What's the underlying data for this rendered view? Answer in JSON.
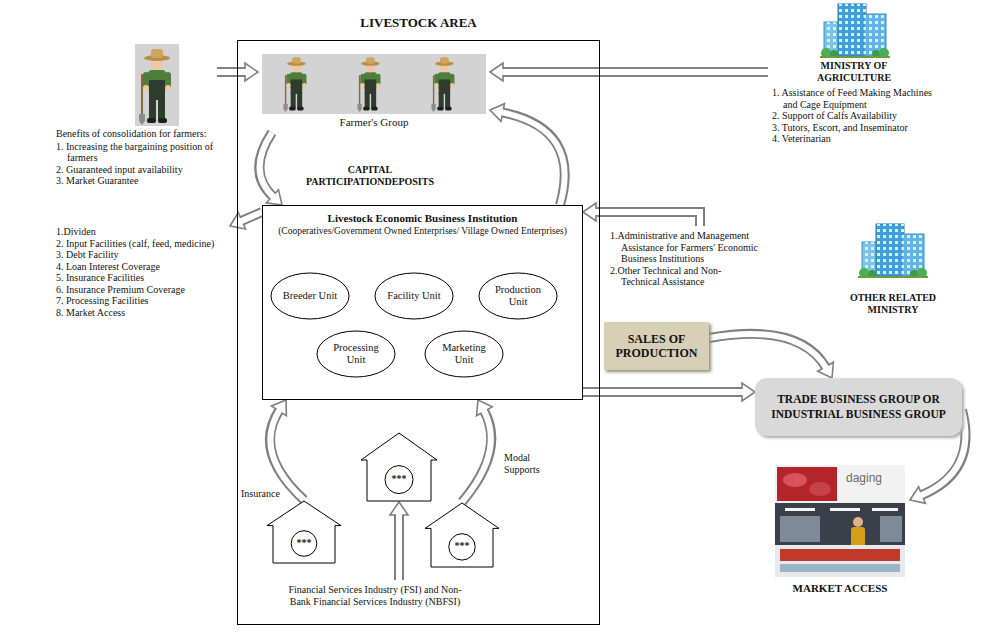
{
  "diagram": {
    "nodes": [
      {
        "text": [
          "Benefits of consolidation for farmers:",
          "1. Increasing the bargaining position of farmers",
          "2. Guaranteed input availability",
          "3. Market Guarantee"
        ]
      },
      {
        "text": [
          "LIVESTOCK AREA"
        ]
      },
      {
        "text": [
          "Farmer's Group"
        ],
        "in": 1
      },
      {
        "text": [
          "MINISTRY OF AGRICULTURE",
          "1. Assistance of Feed Making Machines and Cage Equipment",
          "2. Support of Calfs Availability",
          "3. Tutors, Escort, and Inseminator",
          "4. Veterinarian"
        ]
      },
      {
        "text": [
          "Livestock Economic Business Institution",
          "(Cooperatives/Government Owned Enterprises/ Village Owned Enterprises)"
        ],
        "in": 1
      },
      {
        "text": [
          "Breeder Unit"
        ],
        "in": 4
      },
      {
        "text": [
          "Facility Unit"
        ],
        "in": 4
      },
      {
        "text": [
          "Production Unit"
        ],
        "in": 4
      },
      {
        "text": [
          "Processing Unit"
        ],
        "in": 4
      },
      {
        "text": [
          "Marketing Unit"
        ],
        "in": 4
      },
      {
        "text": [
          "1.Dividen",
          "2. Input Facilities (calf, feed, medicine)",
          "3. Debt Facility",
          "4. Loan Interest Coverage",
          "5. Insurance Facilities",
          "6. Insurance Premium Coverage",
          "7. Processing Facilities",
          "8. Market Access"
        ]
      },
      {
        "text": [
          "1.Administrative and Management Assistance for Farmers' Economic Business Institutions",
          "2.Other Technical and Non-Technical Assistance"
        ]
      },
      {
        "text": [
          "OTHER RELATED MINISTRY"
        ]
      },
      {
        "text": [
          "SALES OF PRODUCTION"
        ]
      },
      {
        "text": [
          "TRADE BUSINESS GROUP OR INDUSTRIAL BUSINESS GROUP"
        ]
      },
      {
        "text": [
          "***"
        ],
        "in": 1
      },
      {
        "text": [
          "***"
        ],
        "in": 1
      },
      {
        "text": [
          "***"
        ],
        "in": 1
      },
      {
        "text": [
          "Financial Services Industry (FSI) and Non-Bank Financial Services Industry (NBFSI)"
        ],
        "in": 1
      },
      {
        "text": [
          "MARKET ACCESS"
        ]
      }
    ],
    "edges": [
      {
        "from": 0,
        "to": 2,
        "arrow": "to"
      },
      {
        "from": 3,
        "to": 2,
        "arrow": "to"
      },
      {
        "from": 2,
        "to": 4,
        "arrow": "to"
      },
      {
        "from": 4,
        "to": 2,
        "arrow": "to"
      },
      {
        "from": 4,
        "to": 10,
        "arrow": "to"
      },
      {
        "from": 11,
        "to": 4,
        "arrow": "to"
      },
      {
        "from": 4,
        "to": 14,
        "arrow": "to"
      },
      {
        "from": 13,
        "to": 14,
        "arrow": "to"
      },
      {
        "from": 14,
        "to": 19,
        "arrow": "to"
      },
      {
        "from": 15,
        "to": 4,
        "label": "Insurance",
        "arrow": "to"
      },
      {
        "from": 17,
        "to": 4,
        "label": "Modal Supports",
        "arrow": "to"
      },
      {
        "from": 18,
        "to": 16,
        "arrow": "to"
      }
    ],
    "labels": [
      "CAPITAL PARTICIPATIONDEPOSITS",
      "daging"
    ]
  }
}
